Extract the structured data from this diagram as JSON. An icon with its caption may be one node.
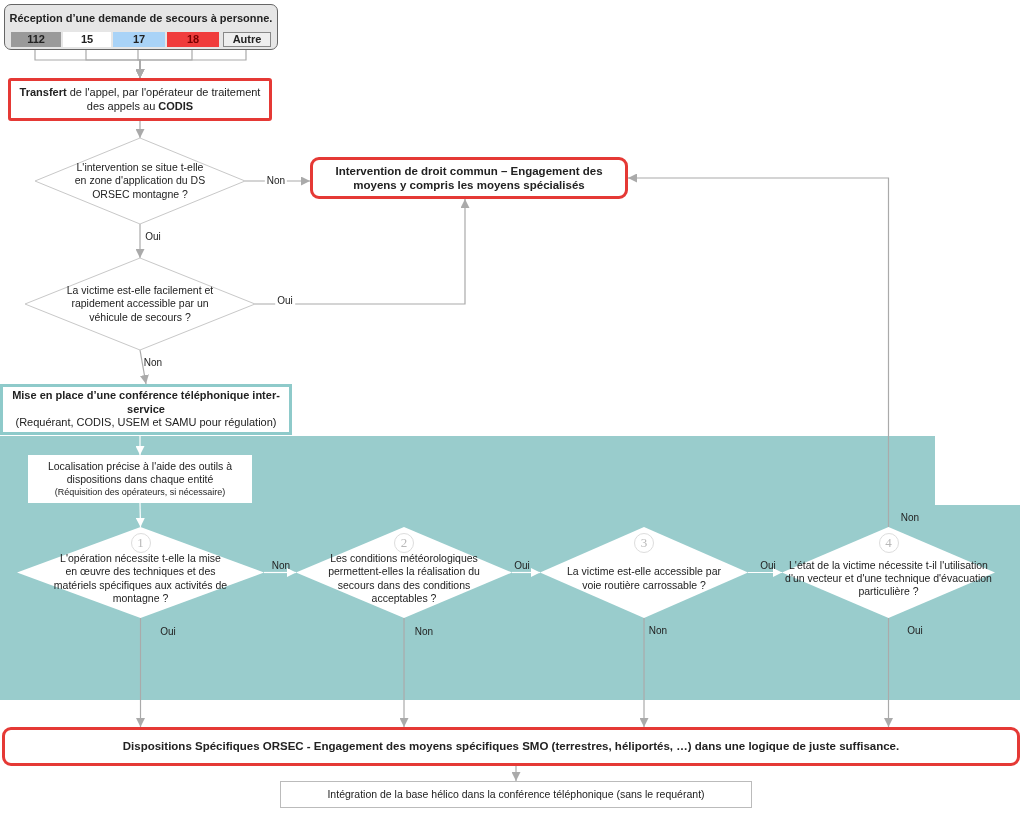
{
  "diagram": {
    "nodes": [
      {
        "text": [
          "Réception d’une demande de secours à personne."
        ]
      },
      {
        "text": [
          "112"
        ],
        "in": 0
      },
      {
        "text": [
          "15"
        ],
        "in": 0
      },
      {
        "text": [
          "17"
        ],
        "in": 0
      },
      {
        "text": [
          "18"
        ],
        "in": 0
      },
      {
        "text": [
          "Autre"
        ],
        "in": 0
      },
      {
        "text": [
          "**Transfert** de l'appel, par l'opérateur de traitement des appels au **CODIS**"
        ]
      },
      {
        "text": [
          "L'intervention se situe t-elle en zone d'application du DS ORSEC montagne ?"
        ]
      },
      {
        "text": [
          "Intervention de droit commun – Engagement des moyens y compris les moyens spécialisés"
        ]
      },
      {
        "text": [
          "La victime est-elle facilement et rapidement accessible par un véhicule de secours ?"
        ]
      },
      {
        "text": [
          "Mise en place d’une conférence téléphonique inter-service",
          "(Requérant, CODIS, USEM et SAMU pour régulation)"
        ]
      },
      {
        "text": [],
        "shape": "band"
      },
      {
        "text": [
          "Localisation précise à l'aide des outils à dispositions dans chaque entité",
          "(Réquisition des opérateurs, si nécessaire)"
        ],
        "in": 11
      },
      {
        "text": [
          "1",
          "L'opération nécessite t-elle la mise en œuvre des techniques et des matériels spécifiques aux activités de montagne ?"
        ],
        "in": 11
      },
      {
        "text": [
          "2",
          "Les conditions météorologiques permettent-elles la réalisation du secours dans des conditions acceptables ?"
        ],
        "in": 11
      },
      {
        "text": [
          "3",
          "La victime est-elle accessible par voie routière carrossable ?"
        ],
        "in": 11
      },
      {
        "text": [
          "4",
          "L'état de la victime nécessite t-il l'utilisation d'un vecteur et d'une technique d'évacuation particulière ?"
        ],
        "in": 11
      },
      {
        "text": [
          "Dispositions Spécifiques ORSEC - Engagement des moyens spécifiques SMO (terrestres, héliportés, …) dans une logique de juste suffisance."
        ]
      },
      {
        "text": [
          "Intégration de la base hélico dans la conférence téléphonique (sans le requérant)"
        ]
      }
    ],
    "edges": [
      {
        "from": 1,
        "to": 6,
        "arrow": "to"
      },
      {
        "from": 2,
        "to": 6,
        "arrow": "to"
      },
      {
        "from": 3,
        "to": 6,
        "arrow": "to"
      },
      {
        "from": 4,
        "to": 6,
        "arrow": "to"
      },
      {
        "from": 5,
        "to": 6,
        "arrow": "to"
      },
      {
        "from": 6,
        "to": 7,
        "arrow": "to"
      },
      {
        "from": 7,
        "to": 8,
        "arrow": "to",
        "label": "Non"
      },
      {
        "from": 7,
        "to": 9,
        "arrow": "to",
        "label": "Oui"
      },
      {
        "from": 9,
        "to": 8,
        "arrow": "to",
        "label": "Oui"
      },
      {
        "from": 9,
        "to": 10,
        "arrow": "to",
        "label": "Non"
      },
      {
        "from": 10,
        "to": 12,
        "arrow": "to",
        "color": "#ffffff"
      },
      {
        "from": 12,
        "to": 13,
        "arrow": "to",
        "color": "#ffffff"
      },
      {
        "from": 13,
        "to": 14,
        "arrow": "to",
        "label": "Non",
        "color": "#ffffff"
      },
      {
        "from": 14,
        "to": 15,
        "arrow": "to",
        "label": "Oui",
        "color": "#ffffff"
      },
      {
        "from": 15,
        "to": 16,
        "arrow": "to",
        "label": "Oui",
        "color": "#ffffff"
      },
      {
        "from": 16,
        "to": 8,
        "arrow": "to",
        "label": "Non"
      },
      {
        "from": 13,
        "to": 17,
        "arrow": "to",
        "label": "Oui"
      },
      {
        "from": 14,
        "to": 17,
        "arrow": "to",
        "label": "Non"
      },
      {
        "from": 15,
        "to": 17,
        "arrow": "to",
        "label": "Non"
      },
      {
        "from": 16,
        "to": 17,
        "arrow": "to",
        "label": "Oui"
      },
      {
        "from": 17,
        "to": 18,
        "arrow": "to"
      }
    ]
  }
}
